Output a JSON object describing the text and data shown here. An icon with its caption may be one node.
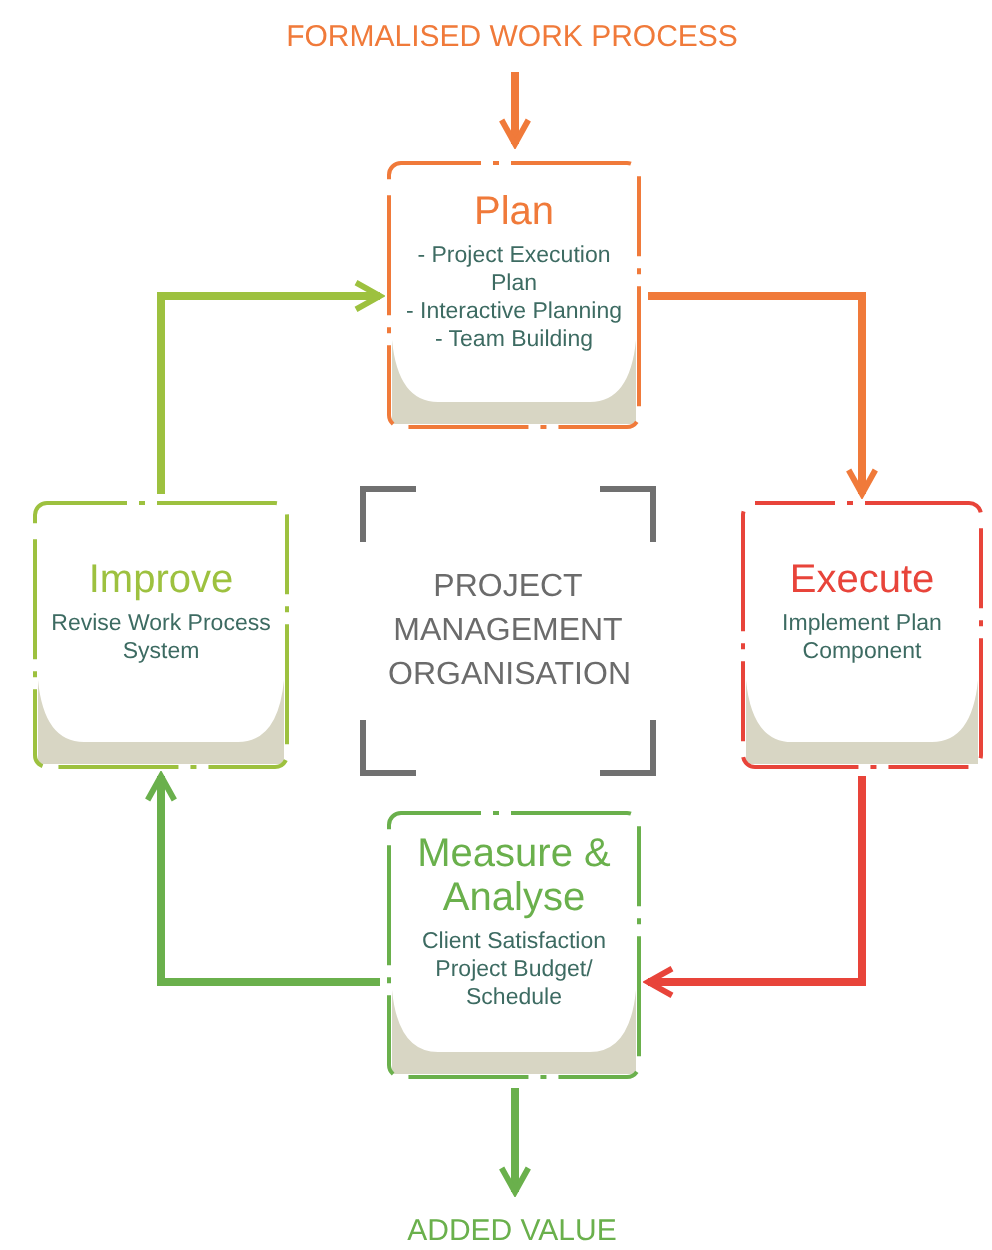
{
  "diagram": {
    "nodes": [
      {
        "text": [
          "FORMALISED WORK PROCESS"
        ]
      },
      {
        "text": [
          "Plan",
          "- Project Execution Plan",
          "- Interactive Planning",
          "- Team Building"
        ]
      },
      {
        "text": [
          "Improve",
          "Revise Work Process System"
        ]
      },
      {
        "text": [
          "PROJECT MANAGEMENT ORGANISATION"
        ]
      },
      {
        "text": [
          "Execute",
          "Implement Plan Component"
        ]
      },
      {
        "text": [
          "Measure & Analyse",
          "Client Satisfaction",
          "Project Budget/ Schedule"
        ]
      },
      {
        "text": [
          "ADDED VALUE"
        ]
      }
    ],
    "edges": [
      {
        "from": 0,
        "to": 1,
        "arrow": "to",
        "color": "#f07a3a"
      },
      {
        "from": 1,
        "to": 4,
        "arrow": "to",
        "color": "#f07a3a"
      },
      {
        "from": 4,
        "to": 5,
        "arrow": "to",
        "color": "#e8443a"
      },
      {
        "from": 5,
        "to": 2,
        "arrow": "to",
        "color": "#6ab04c"
      },
      {
        "from": 2,
        "to": 1,
        "arrow": "to",
        "color": "#9dc13f"
      },
      {
        "from": 5,
        "to": 6,
        "arrow": "to",
        "color": "#6ab04c"
      }
    ]
  }
}
